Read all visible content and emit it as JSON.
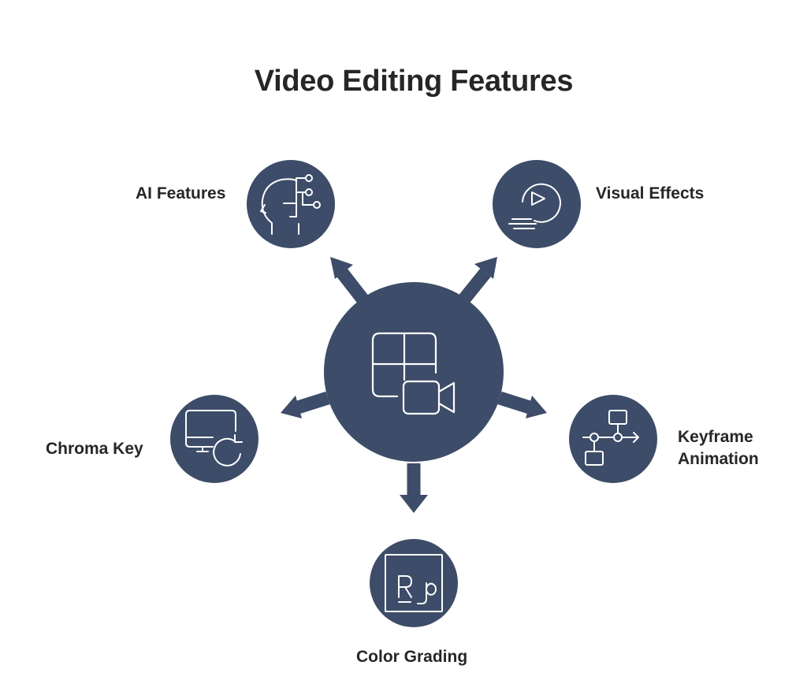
{
  "title": "Video Editing Features",
  "colors": {
    "node_fill": "#3d4c68",
    "icon_stroke": "#ffffff",
    "text": "#262626",
    "background": "#ffffff"
  },
  "center": {
    "icon": "video-layout-camera-icon"
  },
  "features": [
    {
      "label": "AI Features",
      "icon": "ai-head-circuit-icon"
    },
    {
      "label": "Visual Effects",
      "icon": "play-motion-icon"
    },
    {
      "label": "Chroma Key",
      "icon": "monitor-refresh-icon"
    },
    {
      "label": "Keyframe",
      "label2": "Animation",
      "icon": "keyframe-flow-icon"
    },
    {
      "label": "Color Grading",
      "icon": "rg-swatch-icon"
    }
  ]
}
